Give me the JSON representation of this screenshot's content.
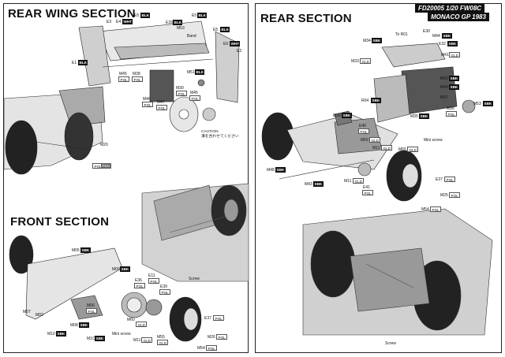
{
  "left": {
    "rear_wing_title": "REAR WING SECTION",
    "front_title": "FRONT SECTION",
    "caution_title": "CAUTION",
    "caution_text": "溝を合わせてください",
    "band": "Band",
    "screw": "Screw",
    "mini_screw": "Mini screw"
  },
  "right": {
    "title": "REAR SECTION",
    "header_line1": "FD20005    1/20 FW08C",
    "header_line2": "MONACO GP 1983",
    "to_r01": "To R01",
    "mini_screw": "Mini screw",
    "screw": "Screw"
  },
  "rw": [
    {
      "code": "E5",
      "tag": "BLK"
    },
    {
      "code": "E4",
      "tag": "WHT"
    },
    {
      "code": "E3",
      "tag": ""
    },
    {
      "code": "E29",
      "tag": "BLK"
    },
    {
      "code": "E5",
      "tag": "BLK"
    },
    {
      "code": "M53",
      "tag": ""
    },
    {
      "code": "E5",
      "tag": "BLK"
    },
    {
      "code": "E5",
      "tag": "WHT"
    },
    {
      "code": "E2",
      "tag": ""
    },
    {
      "code": "E1",
      "tag": "BLK"
    },
    {
      "code": "M45",
      "tag": "POL"
    },
    {
      "code": "M38",
      "tag": "POL"
    },
    {
      "code": "M51",
      "tag": "BLK"
    },
    {
      "code": "M30",
      "tag": "POL"
    },
    {
      "code": "M46",
      "tag": "POL"
    },
    {
      "code": "M47",
      "tag": "POL"
    },
    {
      "code": "M45",
      "tag": "POL"
    },
    {
      "code": "M20",
      "tag": ""
    },
    {
      "code": "",
      "tag": "POL"
    },
    {
      "code": "",
      "tag": "RED"
    }
  ],
  "fr": [
    {
      "code": "M05",
      "tag": "SBK"
    },
    {
      "code": "M09",
      "tag": "SBK"
    },
    {
      "code": "E36",
      "tag": "POL"
    },
    {
      "code": "E11",
      "tag": "POL"
    },
    {
      "code": "E39",
      "tag": "POL"
    },
    {
      "code": "M07",
      "tag": ""
    },
    {
      "code": "M02",
      "tag": ""
    },
    {
      "code": "M06",
      "tag": "POL"
    },
    {
      "code": "M08",
      "tag": "SBK"
    },
    {
      "code": "M10",
      "tag": "SBK"
    },
    {
      "code": "M1C",
      "tag": "SBK"
    },
    {
      "code": "M60",
      "tag": "GLD"
    },
    {
      "code": "M11",
      "tag": "GLD"
    },
    {
      "code": "M55",
      "tag": "GLD"
    },
    {
      "code": "E37",
      "tag": "POL"
    },
    {
      "code": "M26",
      "tag": "POL"
    },
    {
      "code": "M54",
      "tag": "POL"
    }
  ],
  "rr": [
    {
      "code": "E30",
      "tag": ""
    },
    {
      "code": "M44",
      "tag": "SBK"
    },
    {
      "code": "M34",
      "tag": "SBK"
    },
    {
      "code": "E32",
      "tag": "SBK"
    },
    {
      "code": "M41",
      "tag": "GLD"
    },
    {
      "code": "M33",
      "tag": "GLD"
    },
    {
      "code": "M42",
      "tag": "SBK"
    },
    {
      "code": "M43",
      "tag": "SBK"
    },
    {
      "code": "M37",
      "tag": ""
    },
    {
      "code": "M36",
      "tag": "POL"
    },
    {
      "code": "R04",
      "tag": "SBK"
    },
    {
      "code": "M53",
      "tag": "SBK"
    },
    {
      "code": "M35",
      "tag": "SBK"
    },
    {
      "code": "M39",
      "tag": "SBK"
    },
    {
      "code": "E40",
      "tag": "POL"
    },
    {
      "code": "M59",
      "tag": "GLD"
    },
    {
      "code": "M11",
      "tag": "GLD"
    },
    {
      "code": "M65",
      "tag": "GLD"
    },
    {
      "code": "M48",
      "tag": "SBK"
    },
    {
      "code": "M11",
      "tag": "GLD"
    },
    {
      "code": "E41",
      "tag": "POL"
    },
    {
      "code": "M43",
      "tag": "SBK"
    },
    {
      "code": "E37",
      "tag": "POL"
    },
    {
      "code": "M25",
      "tag": "POL"
    },
    {
      "code": "M54",
      "tag": "POL"
    }
  ]
}
